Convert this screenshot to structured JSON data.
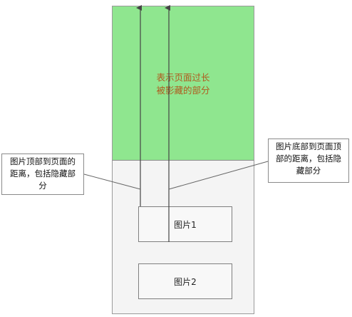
{
  "hidden_area": {
    "label_lines": [
      "表示页面过长",
      "被影藏的部分"
    ],
    "color": "#8fe68f",
    "label_color": "#b05a1e"
  },
  "images": [
    {
      "label": "图片1"
    },
    {
      "label": "图片2"
    }
  ],
  "callouts": {
    "left": {
      "lines": [
        "图片顶部到页面的",
        "距离，包括隐藏部",
        "分"
      ]
    },
    "right": {
      "lines": [
        "图片底部到页面顶",
        "部的距离，包括隐",
        "藏部分"
      ]
    }
  }
}
